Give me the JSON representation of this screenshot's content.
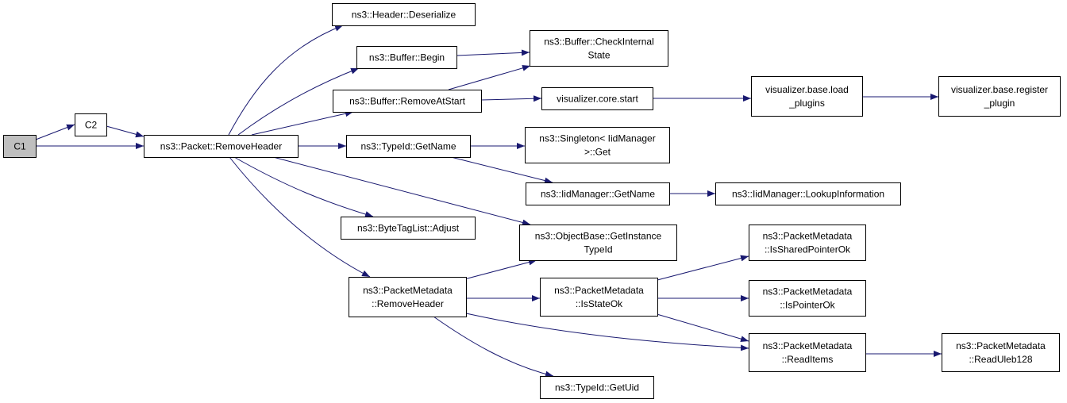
{
  "colors": {
    "edge": "#191970",
    "node_border": "#000000",
    "node_fill": "#ffffff",
    "root_fill": "#bfbfbf",
    "background": "#ffffff"
  },
  "nodes": [
    {
      "id": "c1",
      "lines": [
        "C1"
      ],
      "root": true
    },
    {
      "id": "c2",
      "lines": [
        "C2"
      ]
    },
    {
      "id": "packet-removeheader",
      "lines": [
        "ns3::Packet::RemoveHeader"
      ]
    },
    {
      "id": "header-deserialize",
      "lines": [
        "ns3::Header::Deserialize"
      ]
    },
    {
      "id": "buffer-begin",
      "lines": [
        "ns3::Buffer::Begin"
      ]
    },
    {
      "id": "buffer-removeatstart",
      "lines": [
        "ns3::Buffer::RemoveAtStart"
      ]
    },
    {
      "id": "typeid-getname",
      "lines": [
        "ns3::TypeId::GetName"
      ]
    },
    {
      "id": "bytetaglist-adjust",
      "lines": [
        "ns3::ByteTagList::Adjust"
      ]
    },
    {
      "id": "packetmetadata-removeheader",
      "lines": [
        "ns3::PacketMetadata",
        "::RemoveHeader"
      ]
    },
    {
      "id": "buffer-checkinternalstate",
      "lines": [
        "ns3::Buffer::CheckInternal",
        "State"
      ]
    },
    {
      "id": "visualizer-core-start",
      "lines": [
        "visualizer.core.start"
      ]
    },
    {
      "id": "singleton-iidmanager-get",
      "lines": [
        "ns3::Singleton< IidManager",
        " >::Get"
      ]
    },
    {
      "id": "iidmanager-getname",
      "lines": [
        "ns3::IidManager::GetName"
      ]
    },
    {
      "id": "objectbase-getinstancetypeid",
      "lines": [
        "ns3::ObjectBase::GetInstance",
        "TypeId"
      ]
    },
    {
      "id": "packetmetadata-isstateok",
      "lines": [
        "ns3::PacketMetadata",
        "::IsStateOk"
      ]
    },
    {
      "id": "typeid-getuid",
      "lines": [
        "ns3::TypeId::GetUid"
      ]
    },
    {
      "id": "visualizer-base-load-plugins",
      "lines": [
        "visualizer.base.load",
        "_plugins"
      ]
    },
    {
      "id": "iidmanager-lookupinformation",
      "lines": [
        "ns3::IidManager::LookupInformation"
      ]
    },
    {
      "id": "packetmetadata-issharedpointerok",
      "lines": [
        "ns3::PacketMetadata",
        "::IsSharedPointerOk"
      ]
    },
    {
      "id": "packetmetadata-ispointerok",
      "lines": [
        "ns3::PacketMetadata",
        "::IsPointerOk"
      ]
    },
    {
      "id": "packetmetadata-readitems",
      "lines": [
        "ns3::PacketMetadata",
        "::ReadItems"
      ]
    },
    {
      "id": "visualizer-base-register-plugin",
      "lines": [
        "visualizer.base.register",
        "_plugin"
      ]
    },
    {
      "id": "packetmetadata-readuleb128",
      "lines": [
        "ns3::PacketMetadata",
        "::ReadUleb128"
      ]
    }
  ],
  "edges": [
    {
      "from": "c1",
      "to": "c2"
    },
    {
      "from": "c1",
      "to": "packet-removeheader"
    },
    {
      "from": "c2",
      "to": "packet-removeheader"
    },
    {
      "from": "packet-removeheader",
      "to": "header-deserialize"
    },
    {
      "from": "packet-removeheader",
      "to": "buffer-begin"
    },
    {
      "from": "packet-removeheader",
      "to": "buffer-removeatstart"
    },
    {
      "from": "packet-removeheader",
      "to": "typeid-getname"
    },
    {
      "from": "packet-removeheader",
      "to": "bytetaglist-adjust"
    },
    {
      "from": "packet-removeheader",
      "to": "objectbase-getinstancetypeid"
    },
    {
      "from": "packet-removeheader",
      "to": "packetmetadata-removeheader"
    },
    {
      "from": "buffer-begin",
      "to": "buffer-checkinternalstate"
    },
    {
      "from": "buffer-removeatstart",
      "to": "buffer-checkinternalstate"
    },
    {
      "from": "buffer-removeatstart",
      "to": "visualizer-core-start"
    },
    {
      "from": "visualizer-core-start",
      "to": "visualizer-base-load-plugins"
    },
    {
      "from": "visualizer-base-load-plugins",
      "to": "visualizer-base-register-plugin"
    },
    {
      "from": "typeid-getname",
      "to": "singleton-iidmanager-get"
    },
    {
      "from": "typeid-getname",
      "to": "iidmanager-getname"
    },
    {
      "from": "iidmanager-getname",
      "to": "iidmanager-lookupinformation"
    },
    {
      "from": "packetmetadata-removeheader",
      "to": "objectbase-getinstancetypeid"
    },
    {
      "from": "packetmetadata-removeheader",
      "to": "packetmetadata-isstateok"
    },
    {
      "from": "packetmetadata-removeheader",
      "to": "packetmetadata-readitems"
    },
    {
      "from": "packetmetadata-removeheader",
      "to": "typeid-getuid"
    },
    {
      "from": "packetmetadata-isstateok",
      "to": "packetmetadata-issharedpointerok"
    },
    {
      "from": "packetmetadata-isstateok",
      "to": "packetmetadata-ispointerok"
    },
    {
      "from": "packetmetadata-isstateok",
      "to": "packetmetadata-readitems"
    },
    {
      "from": "packetmetadata-readitems",
      "to": "packetmetadata-readuleb128"
    }
  ]
}
